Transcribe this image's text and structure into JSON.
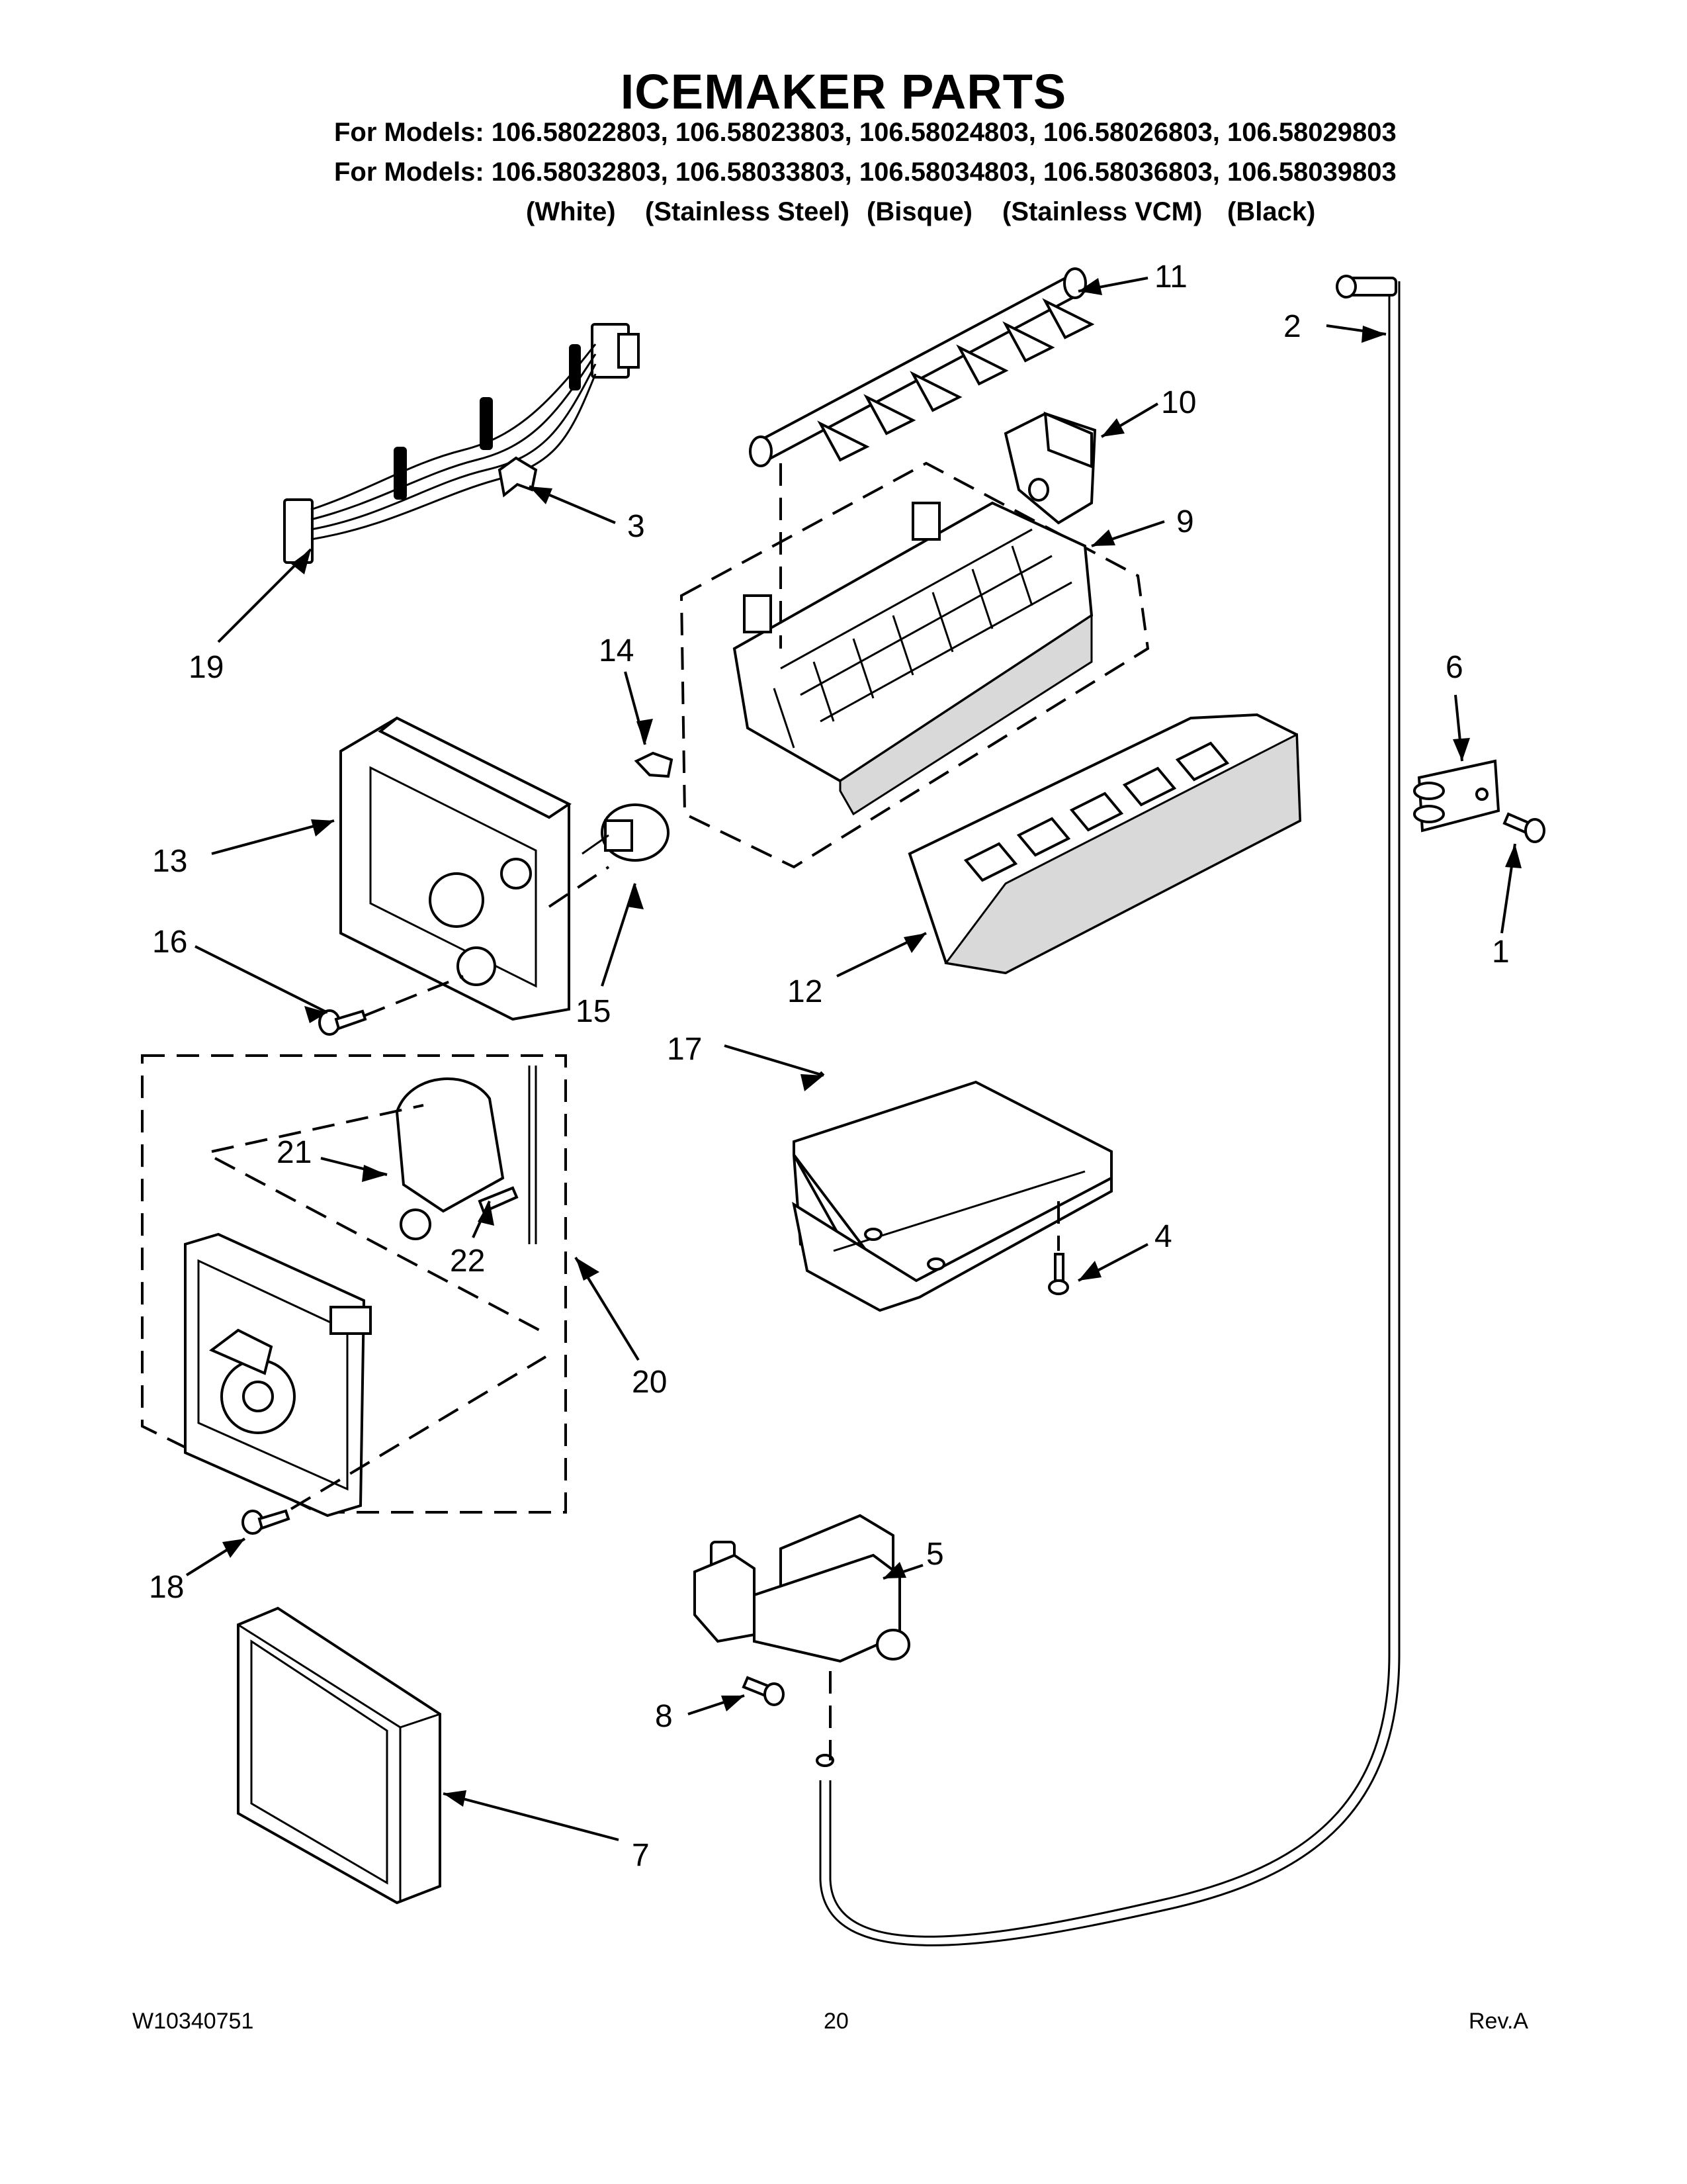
{
  "title": "ICEMAKER PARTS",
  "models_line1": "For Models: 106.58022803, 106.58023803, 106.58024803, 106.58026803, 106.58029803",
  "models_line2": "For Models: 106.58032803, 106.58033803, 106.58034803, 106.58036803, 106.58039803",
  "colors": [
    "(White)",
    "(Stainless Steel)",
    "(Bisque)",
    "(Stainless VCM)",
    "(Black)"
  ],
  "callouts": {
    "c1": "1",
    "c2": "2",
    "c3": "3",
    "c4": "4",
    "c5": "5",
    "c6": "6",
    "c7": "7",
    "c8": "8",
    "c9": "9",
    "c10": "10",
    "c11": "11",
    "c12": "12",
    "c13": "13",
    "c14": "14",
    "c15": "15",
    "c16": "16",
    "c17": "17",
    "c18": "18",
    "c19": "19",
    "c20": "20",
    "c21": "21",
    "c22": "22"
  },
  "footer": {
    "doc_number": "W10340751",
    "page_number": "20",
    "revision": "Rev.A"
  }
}
